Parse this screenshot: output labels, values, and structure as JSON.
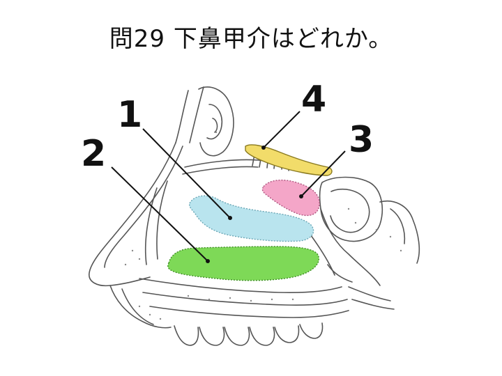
{
  "title": "問29 下鼻甲介はどれか。",
  "labels": [
    {
      "text": "1",
      "color": "#b9e4ee"
    },
    {
      "text": "2",
      "color": "#7ed957"
    },
    {
      "text": "3",
      "color": "#f4a6c8"
    },
    {
      "text": "4",
      "color": "#f2dc6a"
    }
  ]
}
